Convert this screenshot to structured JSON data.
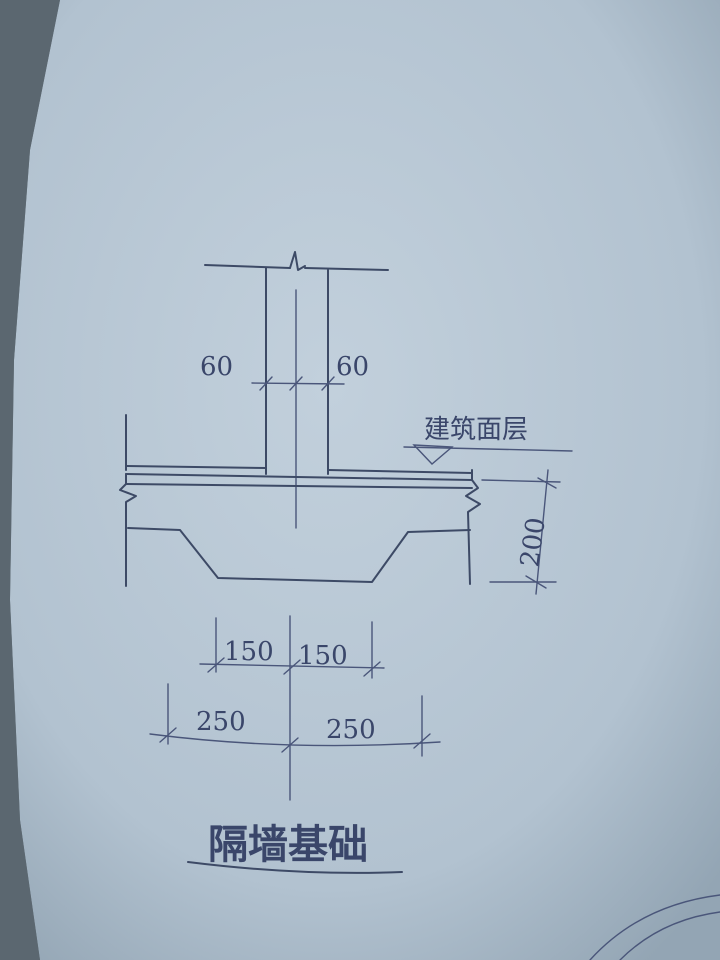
{
  "diagram": {
    "title": "隔墙基础",
    "floor_label": "建筑面层",
    "dims": {
      "wall_left": "60",
      "wall_right": "60",
      "footing_depth": "200",
      "bed_left": "150",
      "bed_right": "150",
      "base_left": "250",
      "base_right": "250"
    }
  },
  "colors": {
    "paper": "#b9c8d6",
    "ink": "#3d4a66"
  }
}
